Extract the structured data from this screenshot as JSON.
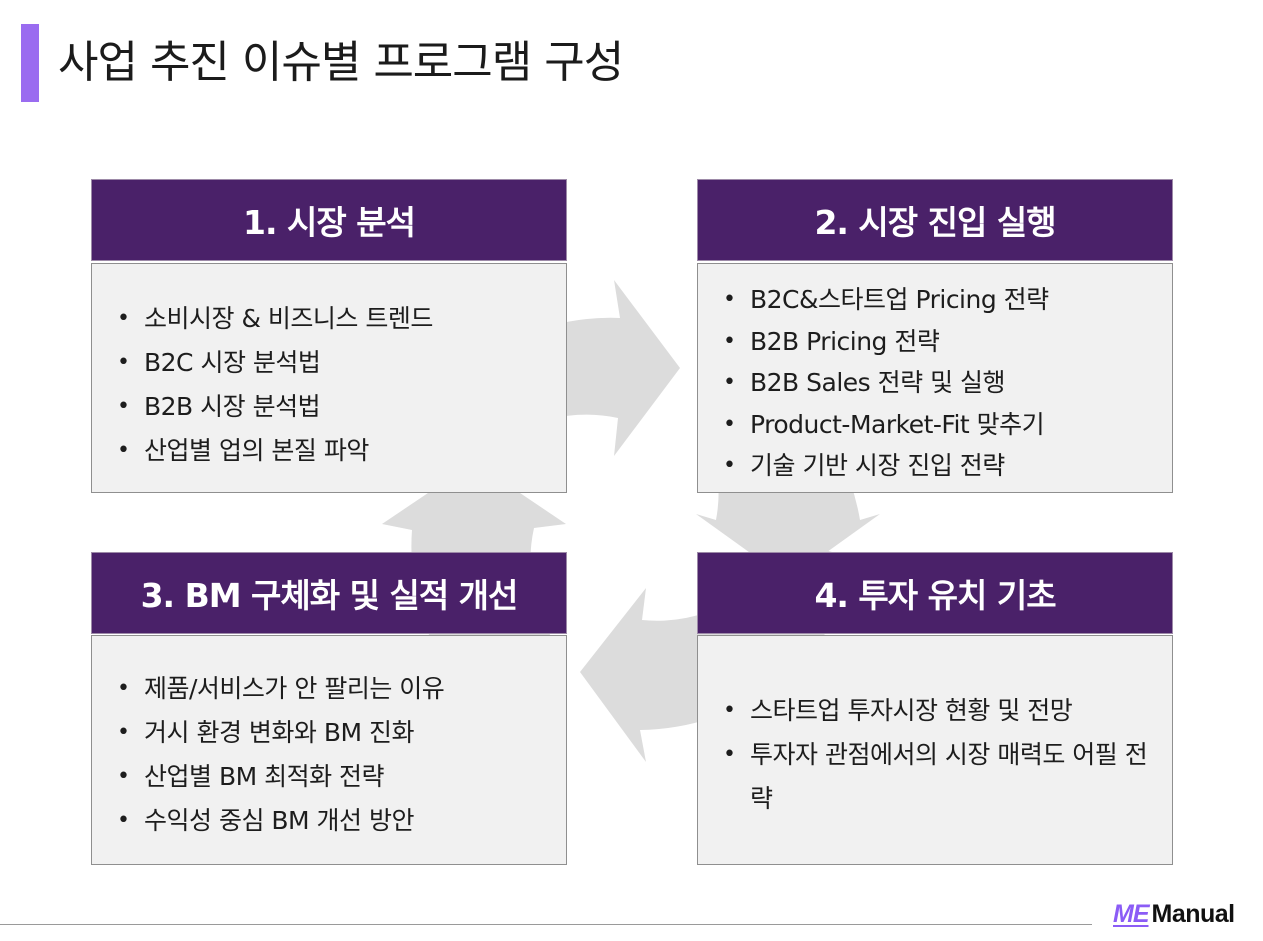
{
  "page": {
    "title": "사업 추진 이슈별 프로그램 구성",
    "accent_color": "#9a6cf0",
    "header_color": "#4a2169"
  },
  "quadrants": [
    {
      "title": "1. 시장 분석",
      "items": [
        "소비시장 & 비즈니스 트렌드",
        "B2C 시장 분석법",
        "B2B 시장 분석법",
        "산업별 업의 본질 파악"
      ]
    },
    {
      "title": "2. 시장 진입 실행",
      "items": [
        "B2C&스타트업 Pricing 전략",
        "B2B Pricing 전략",
        "B2B Sales 전략 및 실행",
        "Product-Market-Fit 맞추기",
        "기술 기반 시장 진입 전략"
      ]
    },
    {
      "title": "3. BM 구체화 및 실적 개선",
      "items": [
        "제품/서비스가 안 팔리는 이유",
        "거시 환경 변화와 BM 진화",
        "산업별 BM 최적화 전략",
        "수익성 중심 BM 개선 방안"
      ]
    },
    {
      "title": "4. 투자 유치 기초",
      "items": [
        "스타트업 투자시장 현황 및 전망",
        "투자자 관점에서의 시장 매력도 어필 전략"
      ]
    }
  ],
  "logo": {
    "prefix": "ME",
    "word": "Manual",
    "prefix_color": "#8b5cf6"
  },
  "icons": {
    "cycle": "circular-arrows-icon"
  }
}
